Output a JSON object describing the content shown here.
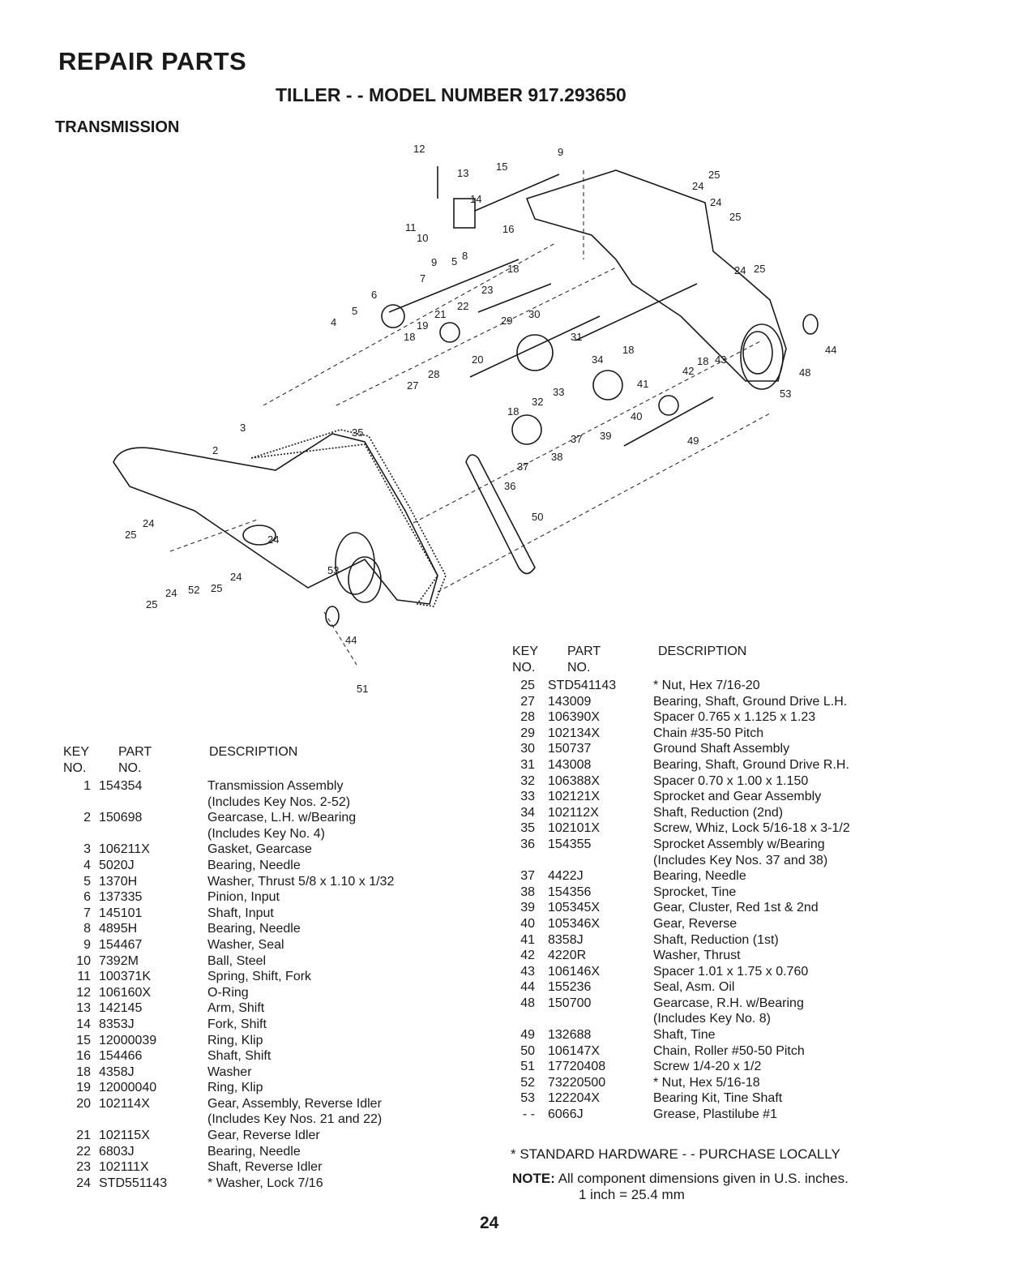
{
  "header": {
    "title": "REPAIR PARTS",
    "model": "TILLER - - MODEL NUMBER 917.293650",
    "section": "TRANSMISSION"
  },
  "diagram": {
    "callouts": [
      "12",
      "13",
      "15",
      "9",
      "14",
      "11",
      "10",
      "16",
      "9",
      "5",
      "8",
      "18",
      "7",
      "23",
      "6",
      "5",
      "21",
      "22",
      "4",
      "19",
      "29",
      "30",
      "18",
      "31",
      "20",
      "18",
      "34",
      "28",
      "27",
      "33",
      "32",
      "18",
      "41",
      "42",
      "18",
      "43",
      "40",
      "37",
      "39",
      "38",
      "37",
      "36",
      "49",
      "35",
      "3",
      "2",
      "24",
      "25",
      "50",
      "25",
      "24",
      "52",
      "25",
      "24",
      "53",
      "44",
      "51",
      "24",
      "25",
      "24",
      "25",
      "24",
      "25",
      "44",
      "48",
      "53",
      "24"
    ]
  },
  "labels": {
    "key_no": "KEY\nNO.",
    "part_no": "PART\nNO.",
    "description": "DESCRIPTION"
  },
  "parts_left": [
    {
      "key": "1",
      "part": "154354",
      "desc": "Transmission Assembly\n(Includes Key Nos. 2-52)"
    },
    {
      "key": "2",
      "part": "150698",
      "desc": "Gearcase, L.H. w/Bearing\n(Includes Key No. 4)"
    },
    {
      "key": "3",
      "part": "106211X",
      "desc": "Gasket, Gearcase"
    },
    {
      "key": "4",
      "part": "5020J",
      "desc": "Bearing, Needle"
    },
    {
      "key": "5",
      "part": "1370H",
      "desc": "Washer, Thrust  5/8 x 1.10 x 1/32"
    },
    {
      "key": "6",
      "part": "137335",
      "desc": "Pinion, Input"
    },
    {
      "key": "7",
      "part": "145101",
      "desc": "Shaft, Input"
    },
    {
      "key": "8",
      "part": "4895H",
      "desc": "Bearing, Needle"
    },
    {
      "key": "9",
      "part": "154467",
      "desc": "Washer, Seal"
    },
    {
      "key": "10",
      "part": "7392M",
      "desc": "Ball, Steel"
    },
    {
      "key": "11",
      "part": "100371K",
      "desc": "Spring, Shift, Fork"
    },
    {
      "key": "12",
      "part": "106160X",
      "desc": "O-Ring"
    },
    {
      "key": "13",
      "part": "142145",
      "desc": "Arm, Shift"
    },
    {
      "key": "14",
      "part": "8353J",
      "desc": "Fork, Shift"
    },
    {
      "key": "15",
      "part": "12000039",
      "desc": "Ring, Klip"
    },
    {
      "key": "16",
      "part": "154466",
      "desc": "Shaft, Shift"
    },
    {
      "key": "18",
      "part": "4358J",
      "desc": "Washer"
    },
    {
      "key": "19",
      "part": "12000040",
      "desc": "Ring, Klip"
    },
    {
      "key": "20",
      "part": "102114X",
      "desc": "Gear, Assembly, Reverse Idler\n(Includes Key Nos. 21 and 22)"
    },
    {
      "key": "21",
      "part": "102115X",
      "desc": "Gear, Reverse Idler"
    },
    {
      "key": "22",
      "part": "6803J",
      "desc": "Bearing, Needle"
    },
    {
      "key": "23",
      "part": "102111X",
      "desc": "Shaft, Reverse Idler"
    },
    {
      "key": "24",
      "part": "STD551143",
      "desc": "* Washer, Lock  7/16"
    }
  ],
  "parts_right": [
    {
      "key": "25",
      "part": "STD541143",
      "desc": "* Nut, Hex  7/16-20"
    },
    {
      "key": "27",
      "part": "143009",
      "desc": "Bearing, Shaft, Ground Drive L.H."
    },
    {
      "key": "28",
      "part": "106390X",
      "desc": "Spacer  0.765 x 1.125 x 1.23"
    },
    {
      "key": "29",
      "part": "102134X",
      "desc": "Chain  #35-50 Pitch"
    },
    {
      "key": "30",
      "part": "150737",
      "desc": "Ground Shaft Assembly"
    },
    {
      "key": "31",
      "part": "143008",
      "desc": "Bearing, Shaft, Ground Drive R.H."
    },
    {
      "key": "32",
      "part": "106388X",
      "desc": "Spacer  0.70 x 1.00 x 1.150"
    },
    {
      "key": "33",
      "part": "102121X",
      "desc": "Sprocket and Gear Assembly"
    },
    {
      "key": "34",
      "part": "102112X",
      "desc": "Shaft, Reduction (2nd)"
    },
    {
      "key": "35",
      "part": "102101X",
      "desc": "Screw, Whiz, Lock  5/16-18 x 3-1/2"
    },
    {
      "key": "36",
      "part": "154355",
      "desc": "Sprocket Assembly w/Bearing\n(Includes Key Nos. 37 and 38)"
    },
    {
      "key": "37",
      "part": "4422J",
      "desc": "Bearing, Needle"
    },
    {
      "key": "38",
      "part": "154356",
      "desc": "Sprocket, Tine"
    },
    {
      "key": "39",
      "part": "105345X",
      "desc": "Gear, Cluster, Red 1st & 2nd"
    },
    {
      "key": "40",
      "part": "105346X",
      "desc": "Gear, Reverse"
    },
    {
      "key": "41",
      "part": "8358J",
      "desc": "Shaft, Reduction (1st)"
    },
    {
      "key": "42",
      "part": "4220R",
      "desc": "Washer, Thrust"
    },
    {
      "key": "43",
      "part": "106146X",
      "desc": "Spacer  1.01 x 1.75 x 0.760"
    },
    {
      "key": "44",
      "part": "155236",
      "desc": "Seal, Asm. Oil"
    },
    {
      "key": "48",
      "part": "150700",
      "desc": "Gearcase, R.H. w/Bearing\n(Includes Key No. 8)"
    },
    {
      "key": "49",
      "part": "132688",
      "desc": "Shaft, Tine"
    },
    {
      "key": "50",
      "part": "106147X",
      "desc": "Chain, Roller  #50-50 Pitch"
    },
    {
      "key": "51",
      "part": "17720408",
      "desc": "Screw  1/4-20 x 1/2"
    },
    {
      "key": "52",
      "part": "73220500",
      "desc": "* Nut, Hex  5/16-18"
    },
    {
      "key": "53",
      "part": "122204X",
      "desc": "Bearing Kit, Tine Shaft"
    },
    {
      "key": "- -",
      "part": "6066J",
      "desc": "Grease, Plastilube #1"
    }
  ],
  "footer": {
    "standard_hardware": "* STANDARD HARDWARE - - PURCHASE LOCALLY",
    "note_label": "NOTE:",
    "note_text": "All component dimensions given in U.S. inches.",
    "note_conversion": "1 inch = 25.4 mm",
    "page_number": "24"
  }
}
